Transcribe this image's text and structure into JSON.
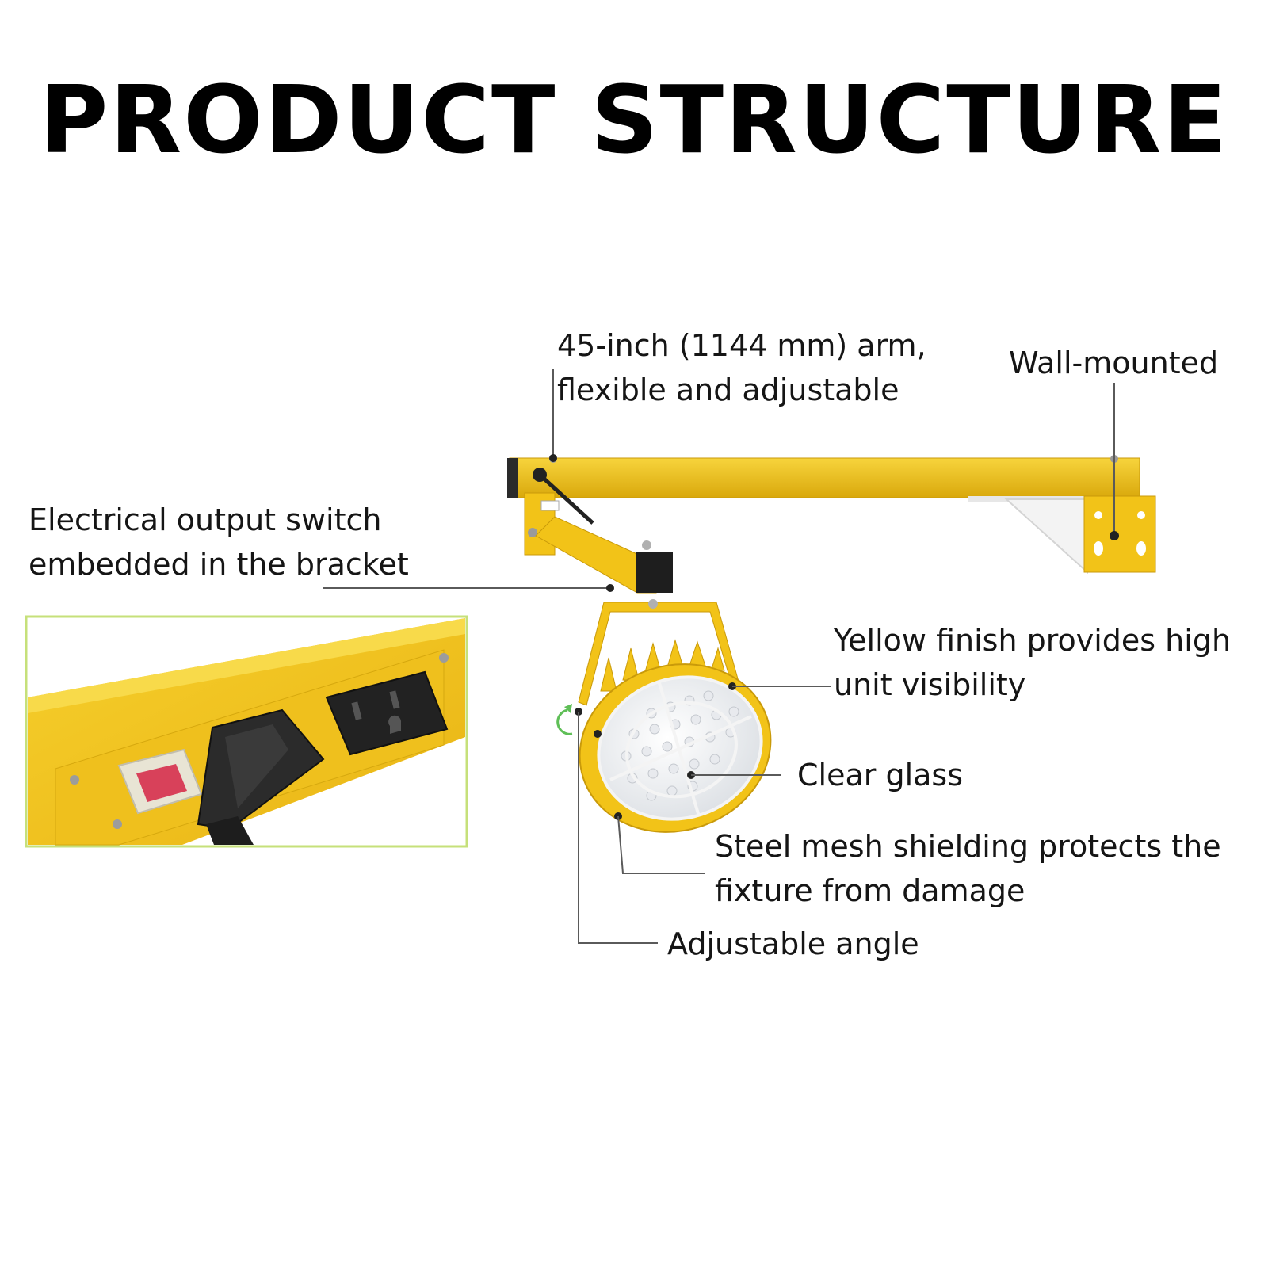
{
  "title": "PRODUCT STRUCTURE",
  "callouts": {
    "arm": [
      "45-inch (1144 mm) arm,",
      "flexible and adjustable"
    ],
    "wall": [
      "Wall-mounted"
    ],
    "switch": [
      "Electrical output switch",
      "embedded in the bracket"
    ],
    "finish": [
      "Yellow finish provides high",
      "unit visibility"
    ],
    "glass": [
      "Clear glass"
    ],
    "mesh": [
      "Steel mesh shielding protects the",
      "fixture from damage"
    ],
    "angle": [
      "Adjustable angle"
    ]
  },
  "colors": {
    "yellow": "#f2c318",
    "yellow_dark": "#d9a80c",
    "black": "#1a1a1a",
    "inset_border": "#c6e07a",
    "switch_red": "#d8415a"
  }
}
